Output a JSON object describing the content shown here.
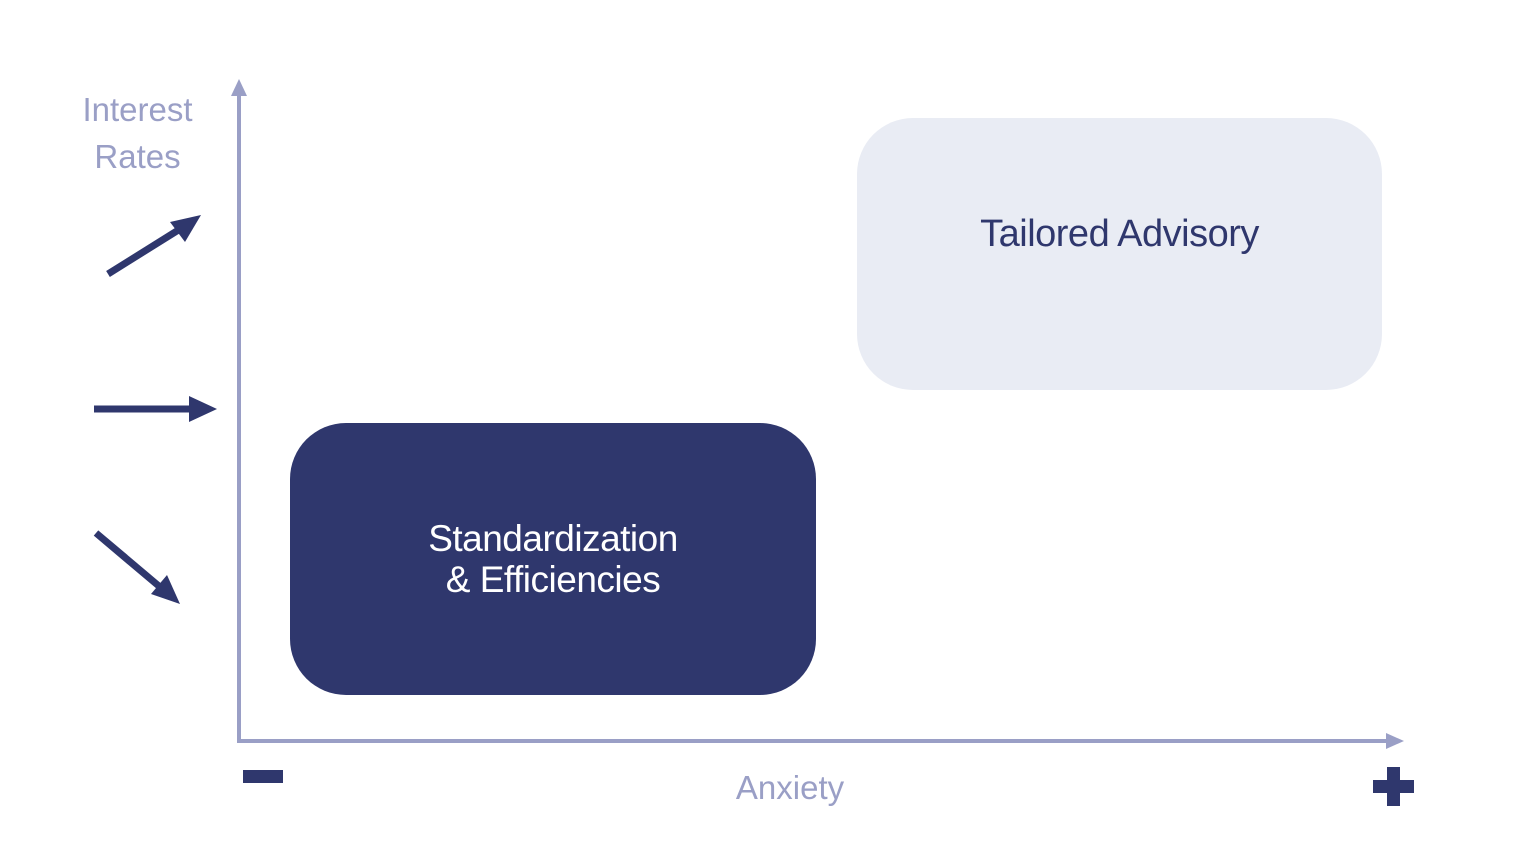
{
  "diagram": {
    "y_axis_label_line1": "Interest",
    "y_axis_label_line2": "Rates",
    "x_axis_label": "Anxiety",
    "x_axis_low_marker": "−",
    "x_axis_high_marker": "+",
    "boxes": [
      {
        "id": "tailored",
        "label": "Tailored Advisory",
        "fill": "#e9ecf4",
        "text_color": "#2f376d"
      },
      {
        "id": "standard",
        "label_line1": "Standardization",
        "label_line2": "& Efficiencies",
        "fill": "#2f376d",
        "text_color": "#ffffff"
      }
    ],
    "trend_icons": [
      "arrow-up-right-icon",
      "arrow-right-icon",
      "arrow-down-right-icon"
    ],
    "colors": {
      "axis": "#9a9fc6",
      "accent": "#2f376d",
      "light_box": "#e9ecf4"
    }
  }
}
